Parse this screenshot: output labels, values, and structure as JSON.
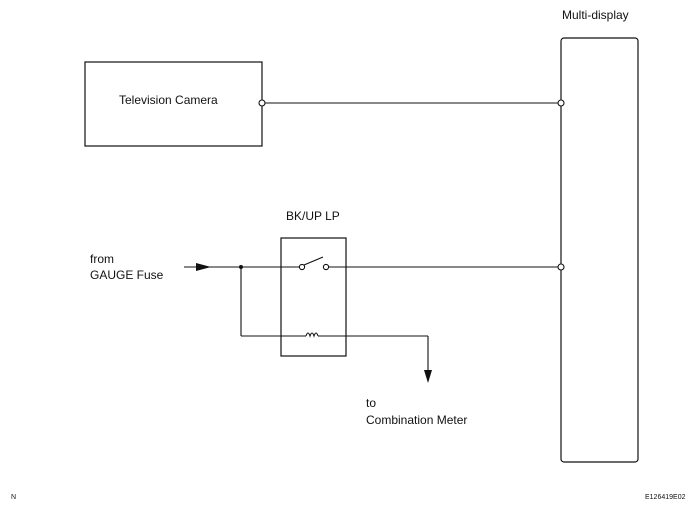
{
  "labels": {
    "multi_display": "Multi-display",
    "television_camera": "Television Camera",
    "bkup_lp": "BK/UP LP",
    "from_line1": "from",
    "from_line2": "GAUGE Fuse",
    "to_line1": "to",
    "to_line2": "Combination Meter",
    "corner_left": "N",
    "corner_right": "E126419E02"
  }
}
